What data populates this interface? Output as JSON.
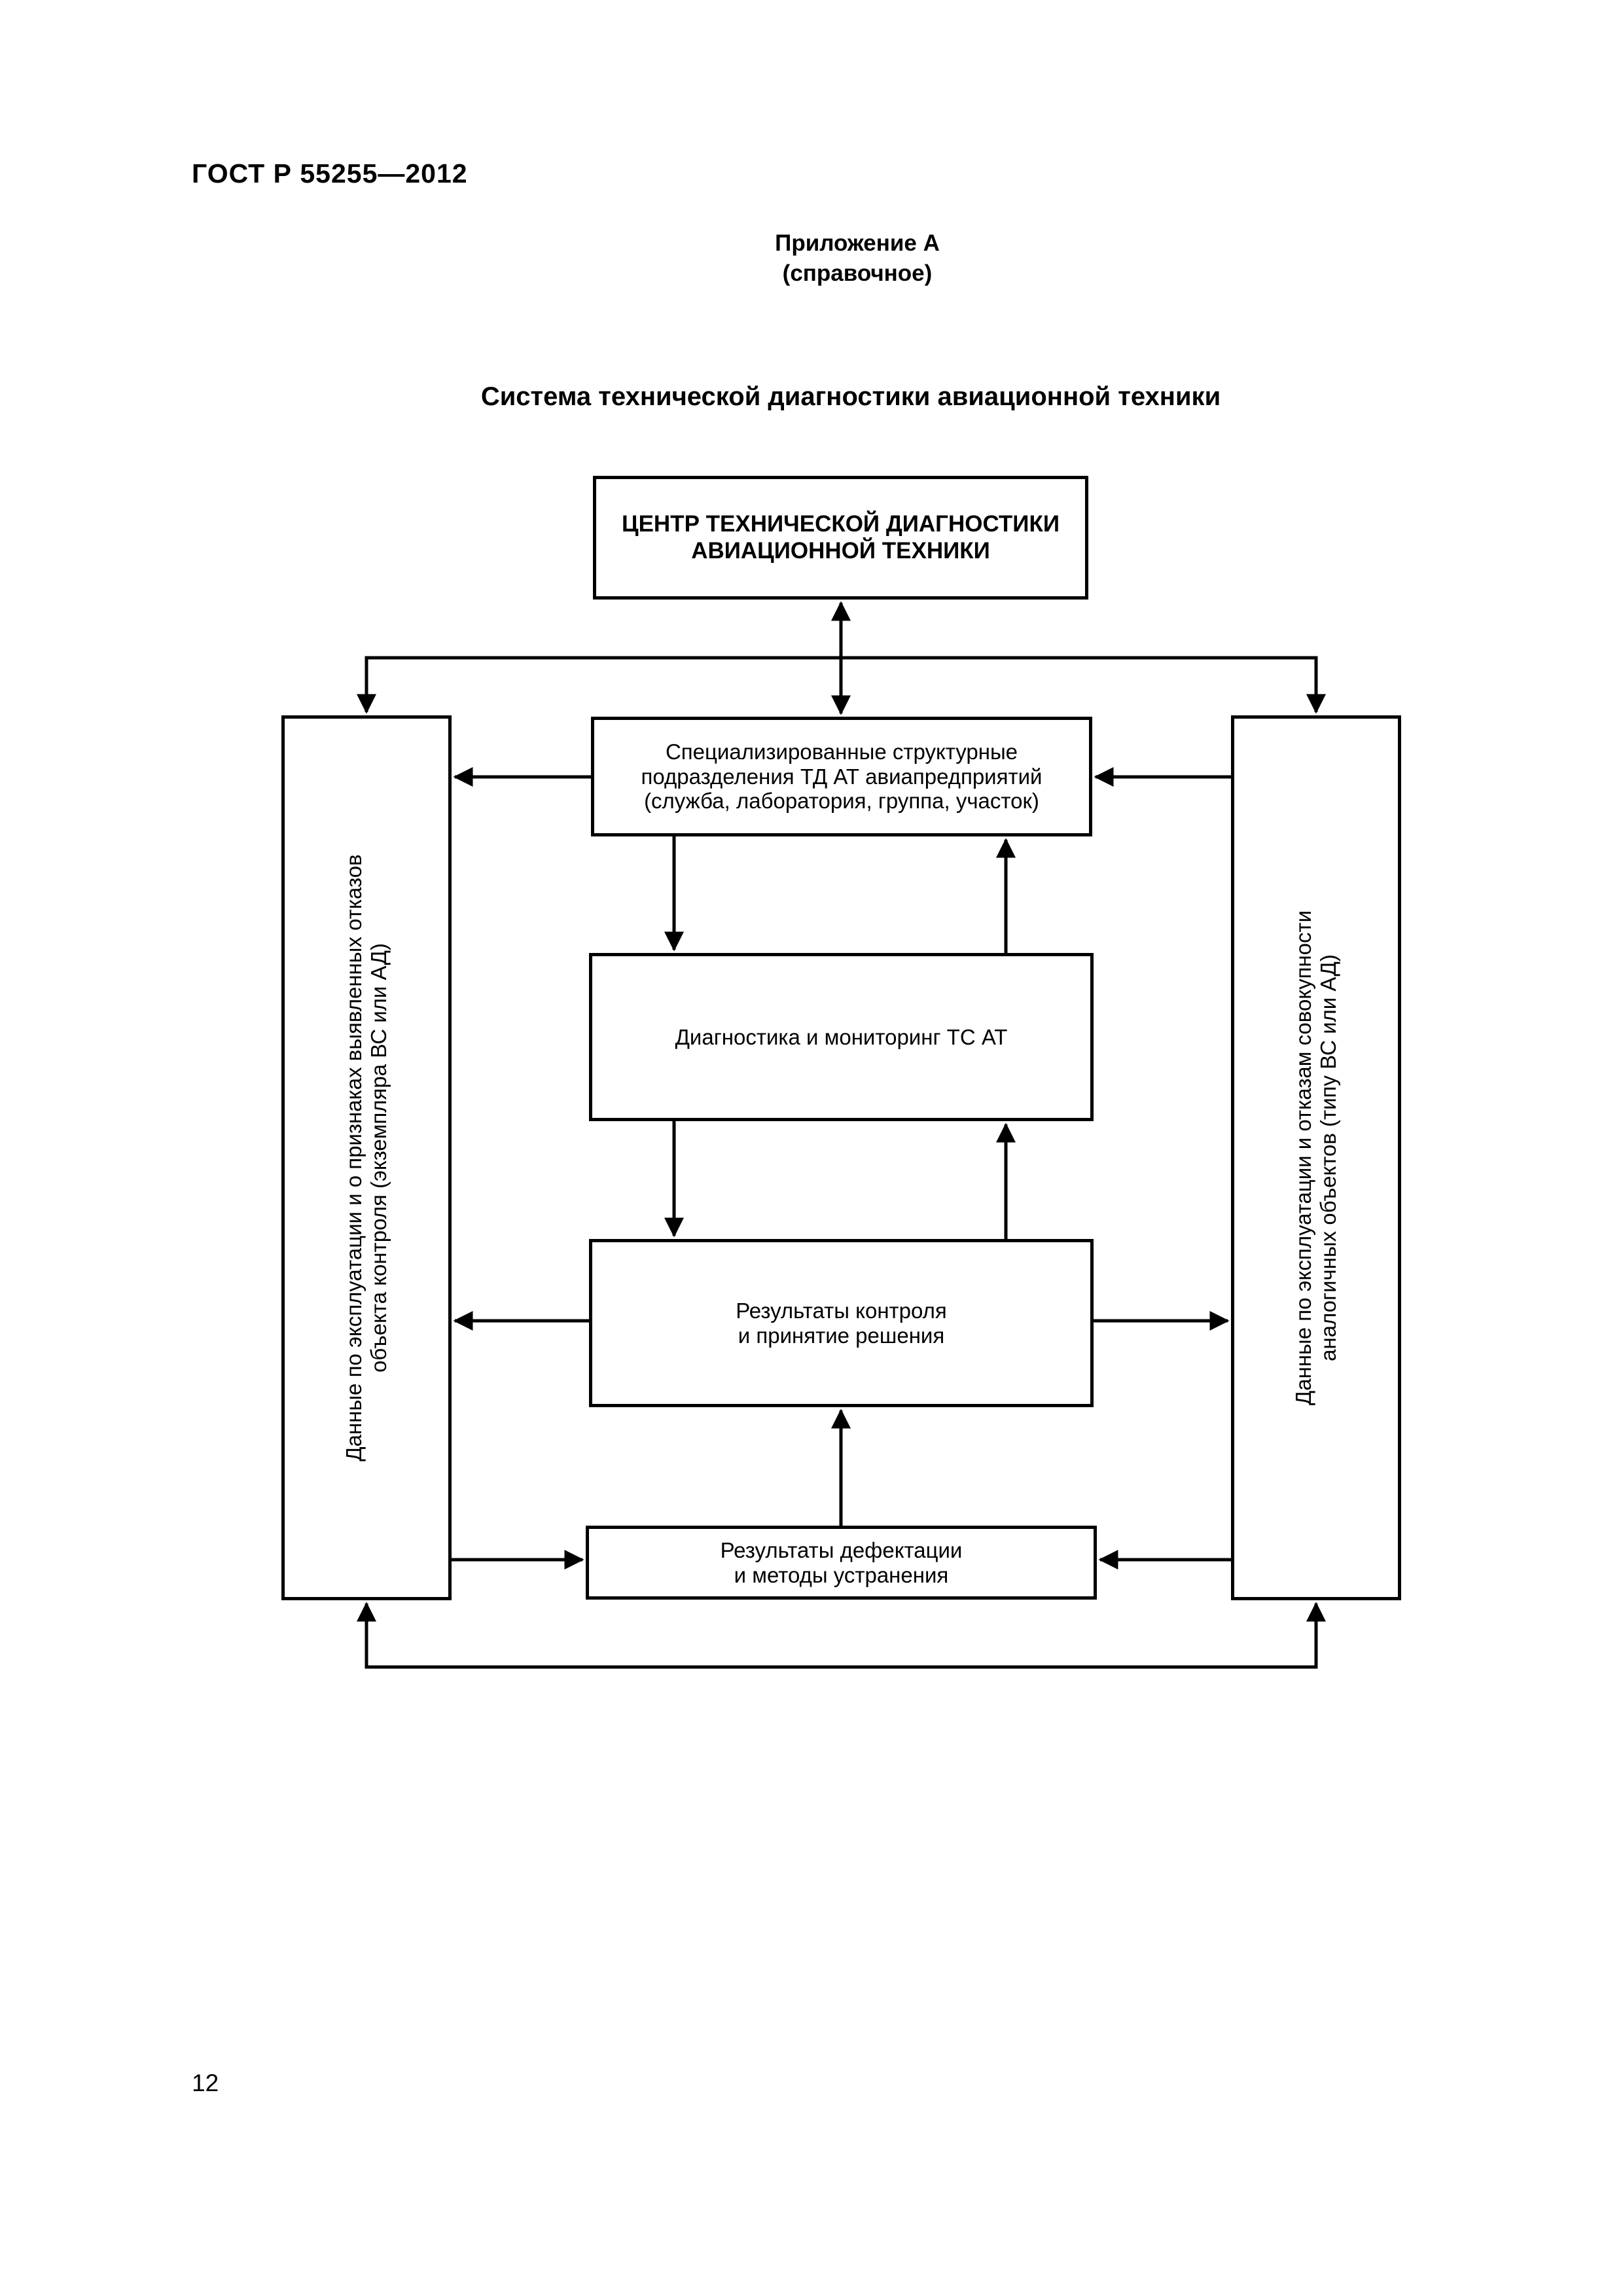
{
  "document": {
    "header": "ГОСТ Р 55255—2012",
    "appendix_title": "Приложение А",
    "appendix_note": "(справочное)",
    "diagram_title": "Система технической диагностики авиационной техники",
    "page_number": "12"
  },
  "diagram": {
    "nodes": {
      "center": "ЦЕНТР ТЕХНИЧЕСКОЙ ДИАГНОСТИКИ\nАВИАЦИОННОЙ ТЕХНИКИ",
      "units": "Специализированные структурные\nподразделения ТД АТ авиапредприятий\n(служба, лаборатория, группа, участок)",
      "diagnostics": "Диагностика и мониторинг ТС АТ",
      "results": "Результаты контроля\nи принятие решения",
      "defects": "Результаты дефектации\nи методы устранения",
      "left_data": "Данные по эксплуатации и о признаках выявленных отказов\nобъекта контроля (экземпляра ВС или АД)",
      "right_data": "Данные по эксплуатации и отказам совокупности\nаналогичных объектов (типу ВС или АД)"
    },
    "edges": [
      {
        "from": "center",
        "to": "units",
        "direction": "both"
      },
      {
        "from": "center",
        "to": "left_data",
        "direction": "one-way"
      },
      {
        "from": "center",
        "to": "right_data",
        "direction": "one-way"
      },
      {
        "from": "units",
        "to": "left_data",
        "direction": "one-way"
      },
      {
        "from": "right_data",
        "to": "units",
        "direction": "one-way"
      },
      {
        "from": "units",
        "to": "diagnostics",
        "direction": "one-way"
      },
      {
        "from": "diagnostics",
        "to": "units",
        "direction": "one-way"
      },
      {
        "from": "diagnostics",
        "to": "results",
        "direction": "one-way"
      },
      {
        "from": "results",
        "to": "diagnostics",
        "direction": "one-way"
      },
      {
        "from": "results",
        "to": "left_data",
        "direction": "one-way"
      },
      {
        "from": "results",
        "to": "right_data",
        "direction": "one-way"
      },
      {
        "from": "defects",
        "to": "results",
        "direction": "one-way"
      },
      {
        "from": "left_data",
        "to": "defects",
        "direction": "one-way"
      },
      {
        "from": "right_data",
        "to": "defects",
        "direction": "one-way"
      },
      {
        "from": "left_data",
        "to": "right_data",
        "direction": "both"
      }
    ]
  }
}
